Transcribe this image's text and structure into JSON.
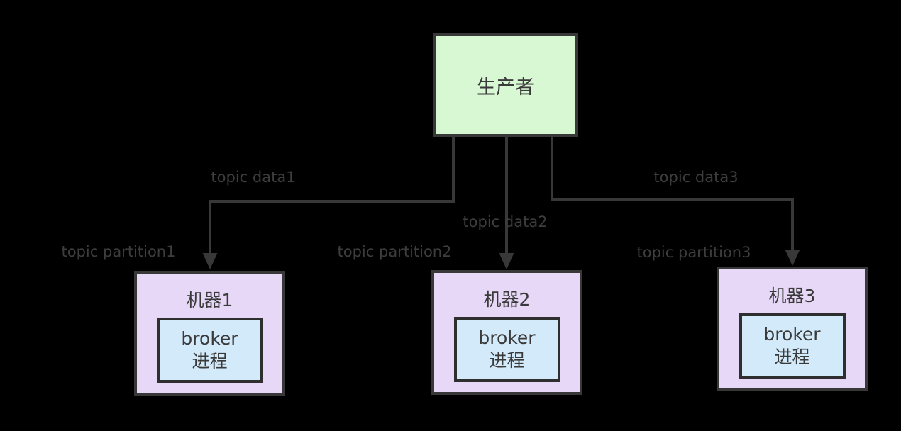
{
  "colors": {
    "background": "#000000",
    "producer_fill": "#d8f7d3",
    "machine_fill": "#e7d8f7",
    "broker_fill": "#d3eafb",
    "border_and_lines": "#383838",
    "text": "#3a3a3a"
  },
  "diagram": {
    "producer": {
      "label": "生产者"
    },
    "edge_labels": {
      "e1": "topic data1",
      "e2": "topic data2",
      "e3": "topic data3"
    },
    "partition_labels": {
      "p1": "topic partition1",
      "p2": "topic partition2",
      "p3": "topic partition3"
    },
    "machines": [
      {
        "label": "机器1",
        "process_line1": "broker",
        "process_line2": "进程"
      },
      {
        "label": "机器2",
        "process_line1": "broker",
        "process_line2": "进程"
      },
      {
        "label": "机器3",
        "process_line1": "broker",
        "process_line2": "进程"
      }
    ]
  }
}
